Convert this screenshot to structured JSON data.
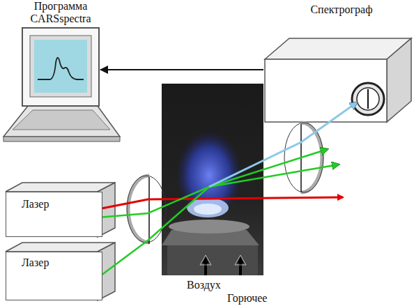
{
  "diagram": {
    "nodes": [
      {
        "text": [
          "Программа CARSspectra"
        ]
      },
      {
        "text": [
          "Спектрограф"
        ]
      },
      {
        "text": [
          "Лазер"
        ]
      },
      {
        "text": [
          "Лазер"
        ]
      }
    ],
    "edges": [
      {
        "from": 1,
        "to": 0,
        "arrow": "to"
      }
    ],
    "labels": [
      "Воздух",
      "Горючее"
    ]
  }
}
